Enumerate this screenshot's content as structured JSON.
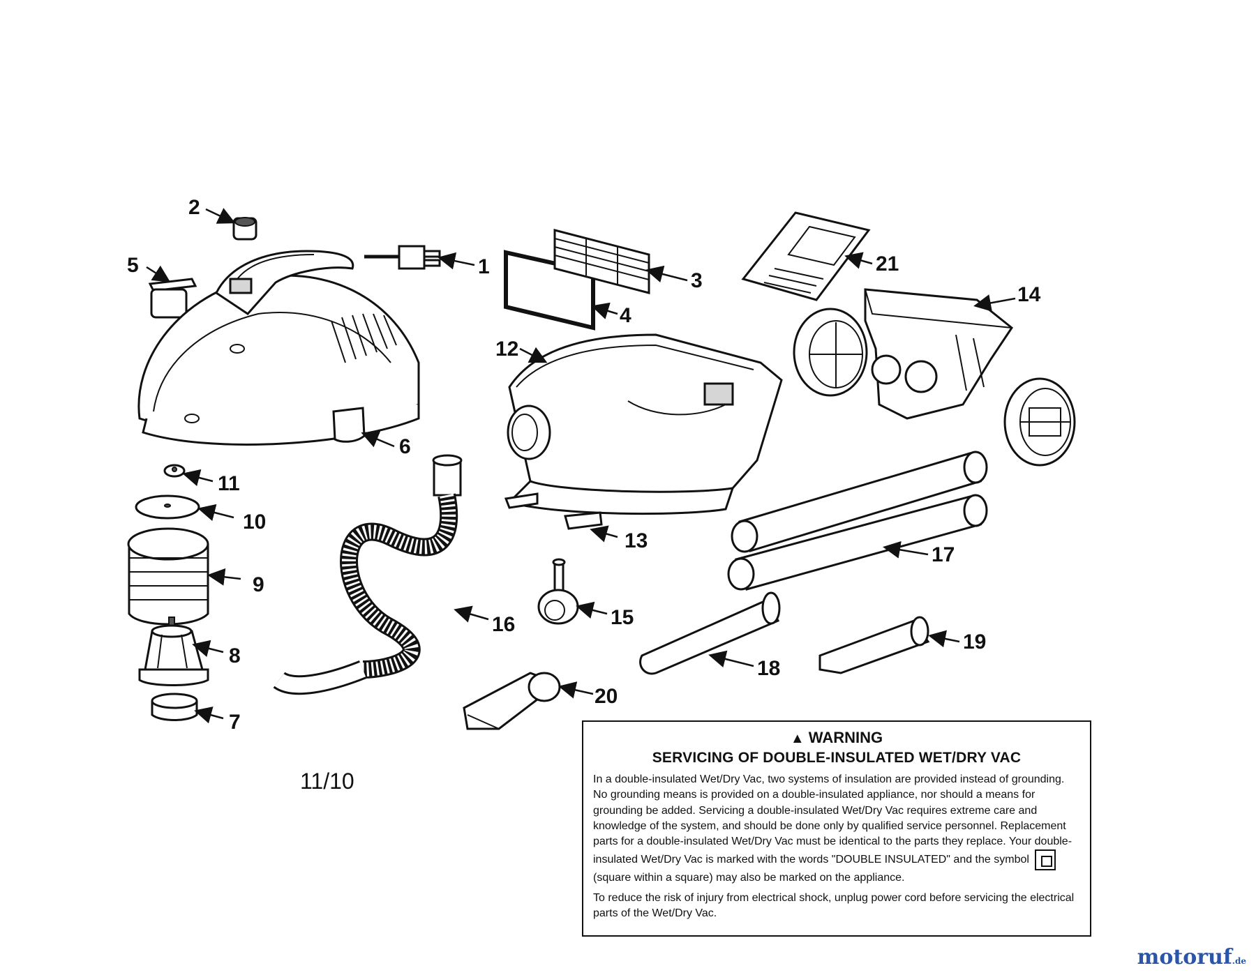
{
  "callouts": [
    "1",
    "2",
    "3",
    "4",
    "5",
    "6",
    "7",
    "8",
    "9",
    "10",
    "11",
    "12",
    "13",
    "14",
    "15",
    "16",
    "17",
    "19",
    "18",
    "20",
    "21"
  ],
  "date_code": "11/10",
  "warning": {
    "heading": "WARNING",
    "icon": "warning-triangle-icon",
    "subtitle": "SERVICING OF DOUBLE-INSULATED WET/DRY VAC",
    "paragraph1_a": "In a double-insulated Wet/Dry Vac, two systems of insulation are provided instead of grounding. No grounding means is provided on a double-insulated appliance, nor should a means for grounding be added. Servicing a double-insulated Wet/Dry Vac requires extreme care and knowledge of the system, and should be done only by qualified service personnel. Replacement parts for a double-insulated Wet/Dry Vac must be identical to the parts they replace. Your double-insulated Wet/Dry Vac is marked with the words \"DOUBLE INSULATED\" and the symbol",
    "paragraph1_b": "(square within a square) may also be marked on the appliance.",
    "paragraph2": "To reduce the risk of injury from electrical shock, unplug power cord before servicing the electrical parts of the Wet/Dry Vac."
  },
  "watermark": {
    "main": "motoruf",
    "suffix": ".de",
    "color": "#2a55a8"
  }
}
